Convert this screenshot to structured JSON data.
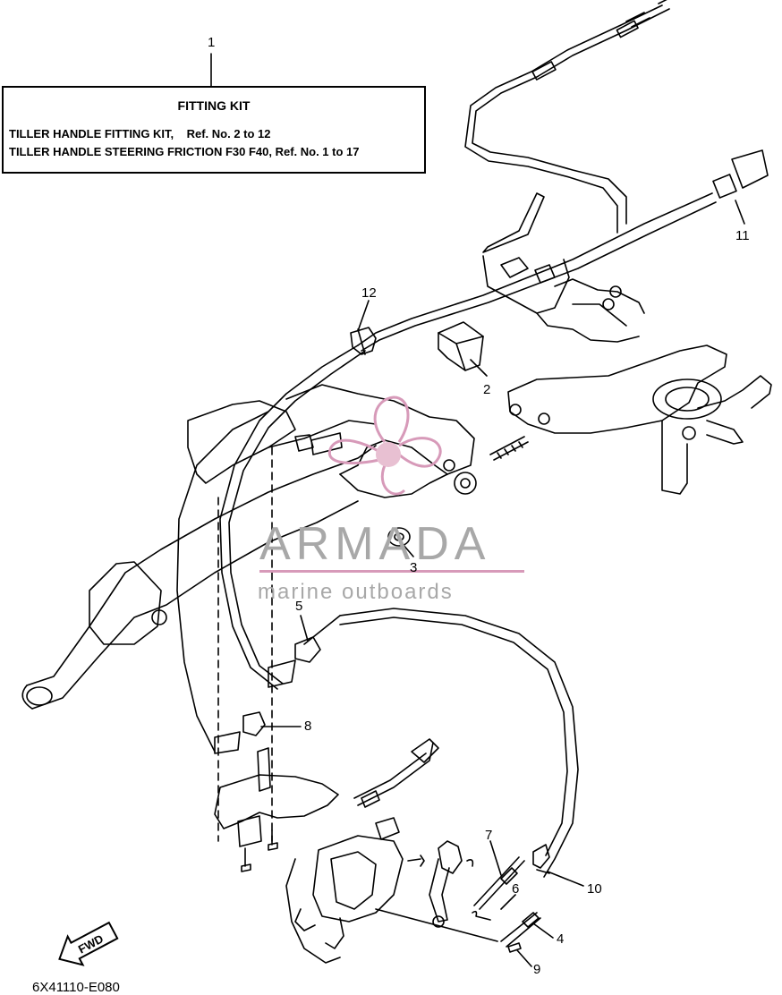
{
  "kit_box": {
    "title": "FITTING KIT",
    "line1": "TILLER HANDLE FITTING KIT,    Ref. No. 2 to 12",
    "line2": "TILLER HANDLE STEERING FRICTION F30 F40, Ref. No. 1 to 17"
  },
  "callouts": [
    "1",
    "2",
    "3",
    "4",
    "5",
    "6",
    "7",
    "8",
    "9",
    "10",
    "11",
    "12"
  ],
  "fwd_label": "FWD",
  "diagram_code": "6X41110-E080",
  "watermark": {
    "brand": "ARMADA",
    "tagline": "marine outboards",
    "accent_color": "#d79ab9"
  }
}
